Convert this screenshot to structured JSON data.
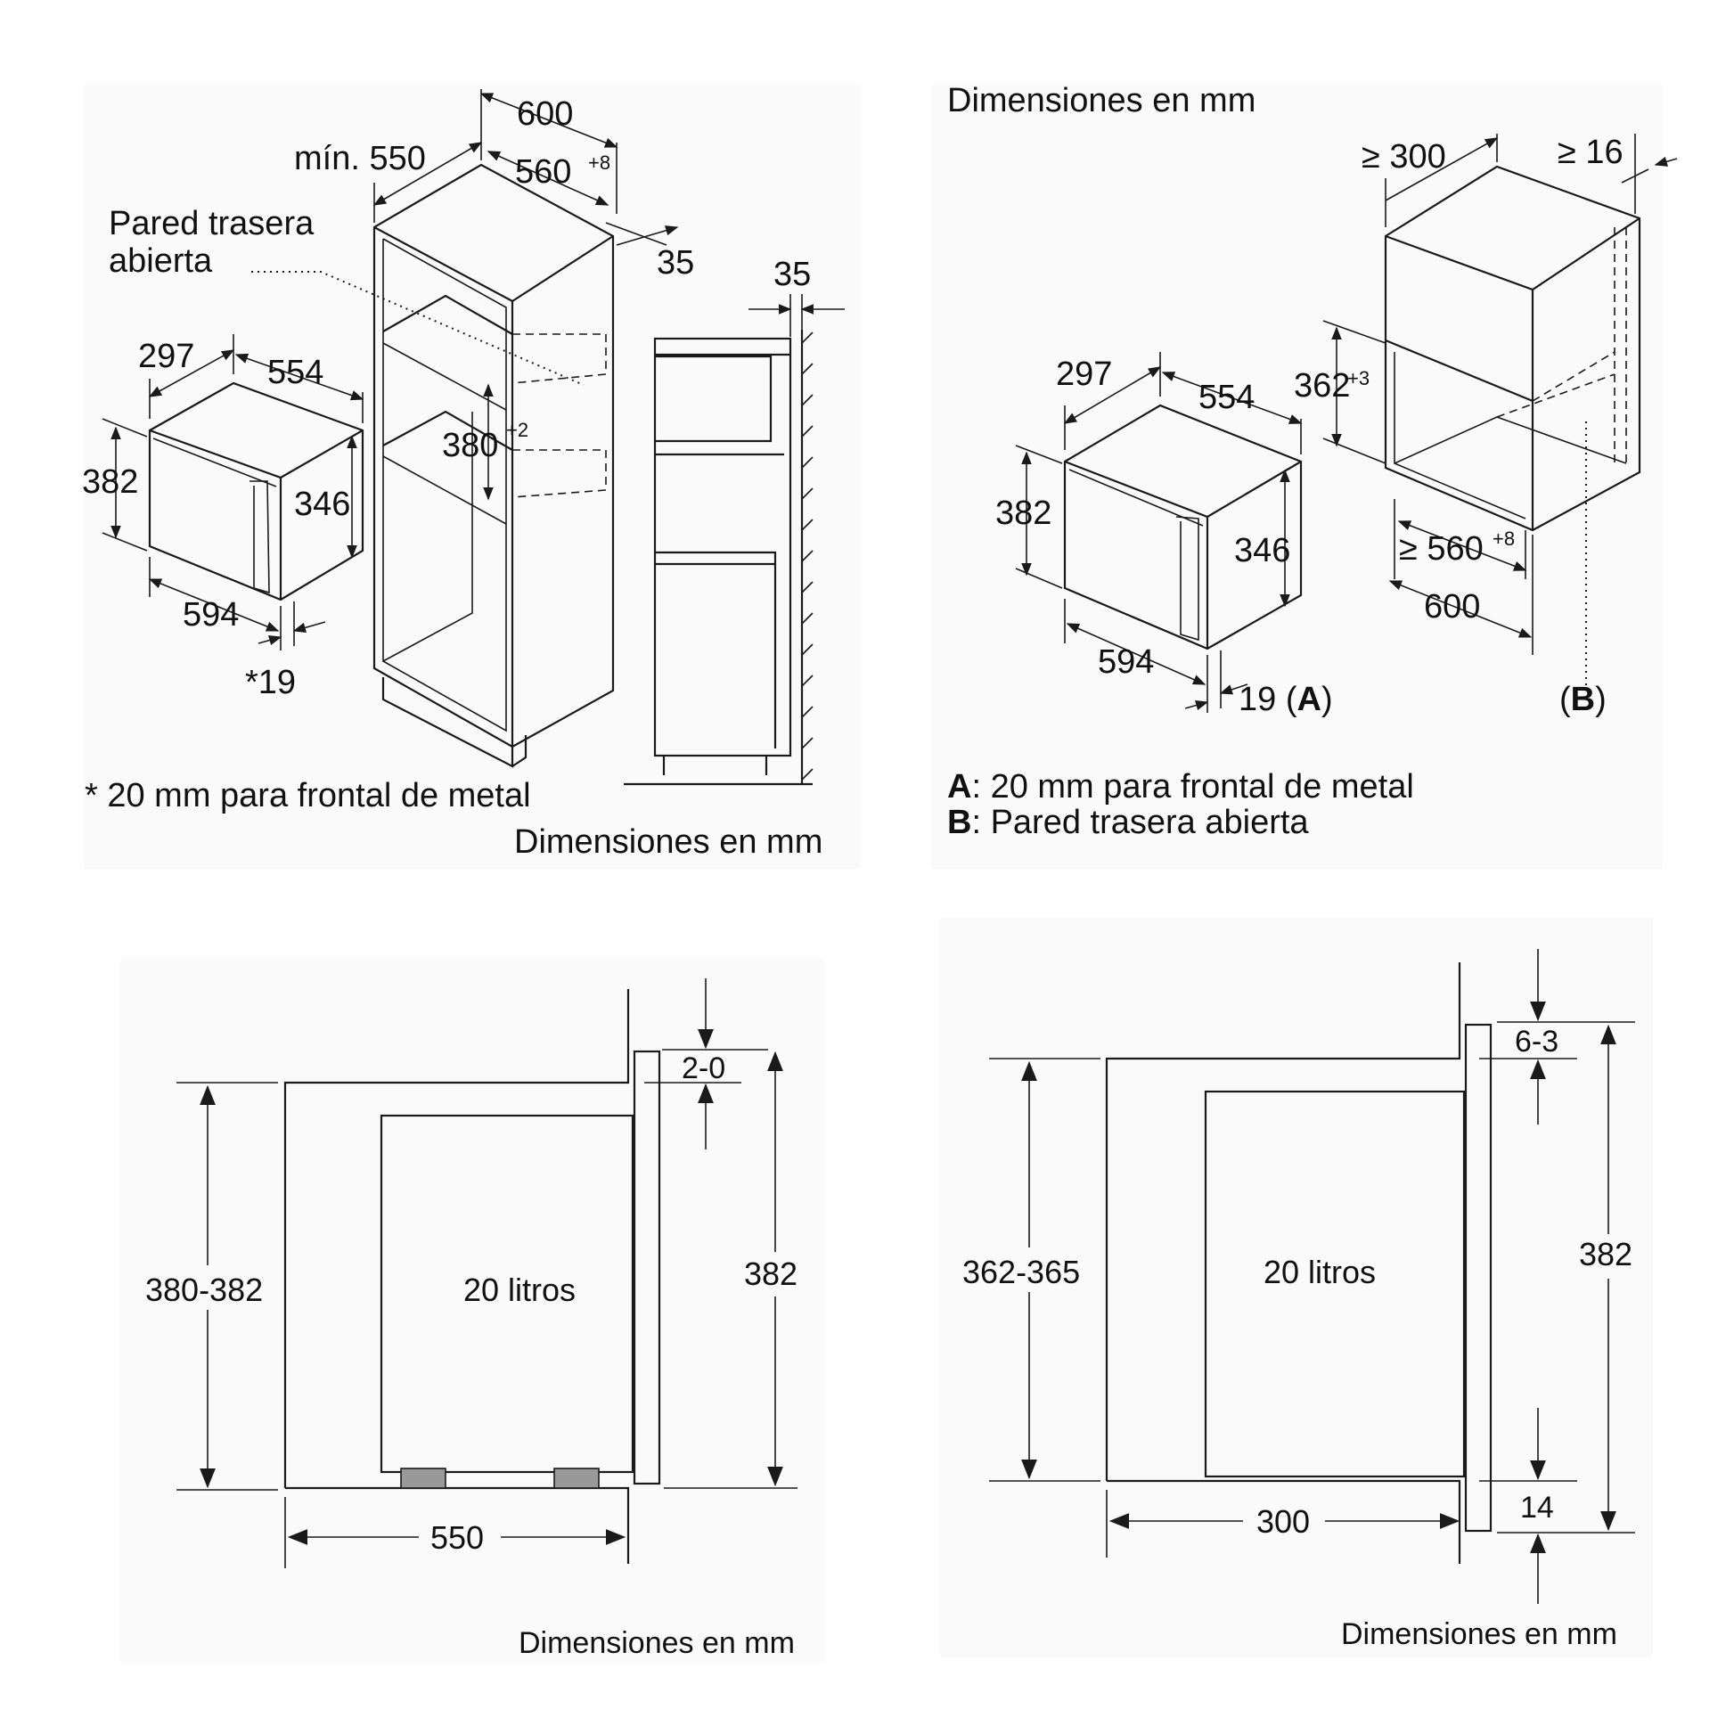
{
  "panel_tl": {
    "d600": "600",
    "min550": "mín. 550",
    "d560": "560",
    "d560_sup": "+8",
    "pared1": "Pared trasera",
    "pared2": "abierta",
    "d35a": "35",
    "d35b": "35",
    "d297": "297",
    "d554": "554",
    "d382": "382",
    "d346": "346",
    "d380": "380",
    "d380_sup": "+2",
    "d594": "594",
    "d19": "*19",
    "note": "* 20 mm para frontal de metal",
    "units": "Dimensiones en mm"
  },
  "panel_tr": {
    "units": "Dimensiones en mm",
    "d300": "≥ 300",
    "d16": "≥ 16",
    "d297": "297",
    "d554": "554",
    "d362": "362",
    "d362_sup": "+3",
    "d382": "382",
    "d346": "346",
    "d560": "≥ 560",
    "d560_sup": "+8",
    "d600": "600",
    "d594": "594",
    "d19": "19 (",
    "labelA": "A",
    "close": ")",
    "labelB_open": "(",
    "labelB": "B",
    "legendA_key": "A",
    "legendA_text": ": 20 mm para frontal de metal",
    "legendB_key": "B",
    "legendB_text": ": Pared trasera abierta"
  },
  "panel_bl": {
    "d2_0": "2-0",
    "d380_382": "380-382",
    "capacity": "20 litros",
    "d382": "382",
    "d550": "550",
    "units": "Dimensiones en mm"
  },
  "panel_br": {
    "d6_3": "6-3",
    "d362_365": "362-365",
    "capacity": "20 litros",
    "d382": "382",
    "d14": "14",
    "d300": "300",
    "units": "Dimensiones en mm"
  }
}
